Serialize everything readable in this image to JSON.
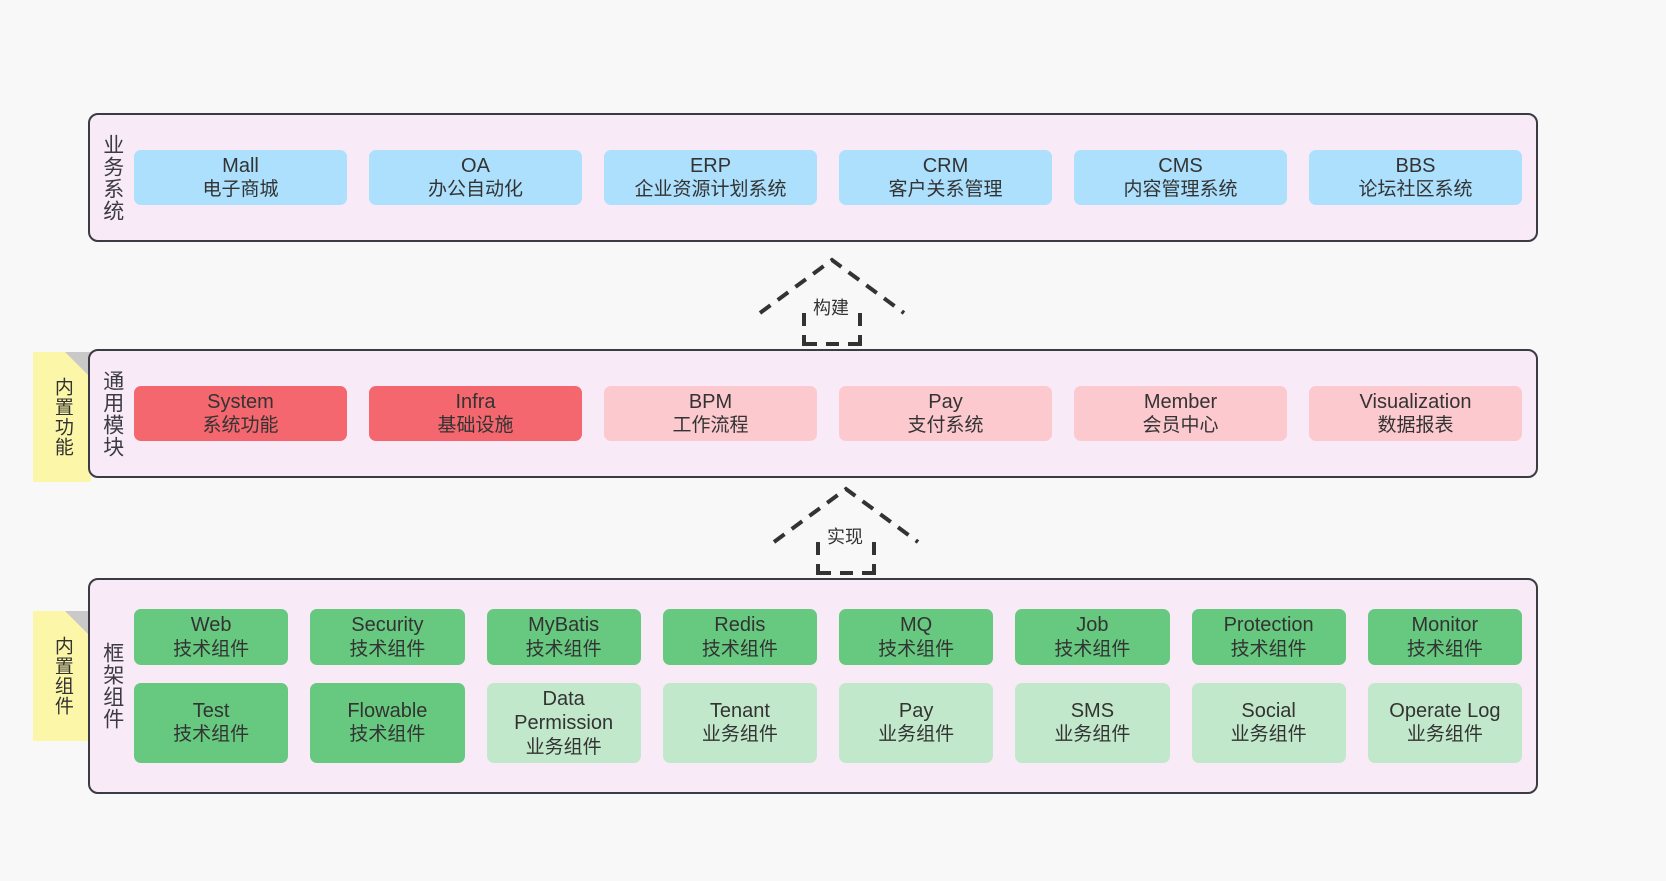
{
  "diagram": {
    "background_color": "#f8f8f8",
    "layer_background": "#f8eaf6",
    "layer_border": "#3b3b44",
    "colors": {
      "blue": "#ace0fd",
      "red": "#f4676e",
      "pink": "#fcc9cf",
      "green": "#66c97f",
      "light_green": "#c2e8cb",
      "note_yellow": "#fbf6a8",
      "note_fold": "#c9c9c9"
    }
  },
  "layers": [
    {
      "id": "business",
      "title": "业务系统",
      "rows": [
        {
          "cards": [
            {
              "name": "Mall",
              "sub": "电子商城",
              "color": "blue"
            },
            {
              "name": "OA",
              "sub": "办公自动化",
              "color": "blue"
            },
            {
              "name": "ERP",
              "sub": "企业资源计划系统",
              "color": "blue"
            },
            {
              "name": "CRM",
              "sub": "客户关系管理",
              "color": "blue"
            },
            {
              "name": "CMS",
              "sub": "内容管理系统",
              "color": "blue"
            },
            {
              "name": "BBS",
              "sub": "论坛社区系统",
              "color": "blue"
            }
          ]
        }
      ]
    },
    {
      "id": "common",
      "title": "通用模块",
      "note": "内置功能",
      "rows": [
        {
          "cards": [
            {
              "name": "System",
              "sub": "系统功能",
              "color": "red"
            },
            {
              "name": "Infra",
              "sub": "基础设施",
              "color": "red"
            },
            {
              "name": "BPM",
              "sub": "工作流程",
              "color": "pink"
            },
            {
              "name": "Pay",
              "sub": "支付系统",
              "color": "pink"
            },
            {
              "name": "Member",
              "sub": "会员中心",
              "color": "pink"
            },
            {
              "name": "Visualization",
              "sub": "数据报表",
              "color": "pink"
            }
          ]
        }
      ]
    },
    {
      "id": "framework",
      "title": "框架组件",
      "note": "内置组件",
      "rows": [
        {
          "cards": [
            {
              "name": "Web",
              "sub": "技术组件",
              "color": "green"
            },
            {
              "name": "Security",
              "sub": "技术组件",
              "color": "green"
            },
            {
              "name": "MyBatis",
              "sub": "技术组件",
              "color": "green"
            },
            {
              "name": "Redis",
              "sub": "技术组件",
              "color": "green"
            },
            {
              "name": "MQ",
              "sub": "技术组件",
              "color": "green"
            },
            {
              "name": "Job",
              "sub": "技术组件",
              "color": "green"
            },
            {
              "name": "Protection",
              "sub": "技术组件",
              "color": "green"
            },
            {
              "name": "Monitor",
              "sub": "技术组件",
              "color": "green"
            }
          ]
        },
        {
          "cards": [
            {
              "name": "Test",
              "sub": "技术组件",
              "color": "green"
            },
            {
              "name": "Flowable",
              "sub": "技术组件",
              "color": "green"
            },
            {
              "name": "Data Permission",
              "sub": "业务组件",
              "color": "lightgreen"
            },
            {
              "name": "Tenant",
              "sub": "业务组件",
              "color": "lightgreen"
            },
            {
              "name": "Pay",
              "sub": "业务组件",
              "color": "lightgreen"
            },
            {
              "name": "SMS",
              "sub": "业务组件",
              "color": "lightgreen"
            },
            {
              "name": "Social",
              "sub": "业务组件",
              "color": "lightgreen"
            },
            {
              "name": "Operate Log",
              "sub": "业务组件",
              "color": "lightgreen"
            }
          ]
        }
      ]
    }
  ],
  "connectors": [
    {
      "id": "build",
      "label": "构建",
      "style": "dashed-generalization",
      "direction": "up"
    },
    {
      "id": "impl",
      "label": "实现",
      "style": "dashed-generalization",
      "direction": "up"
    }
  ]
}
